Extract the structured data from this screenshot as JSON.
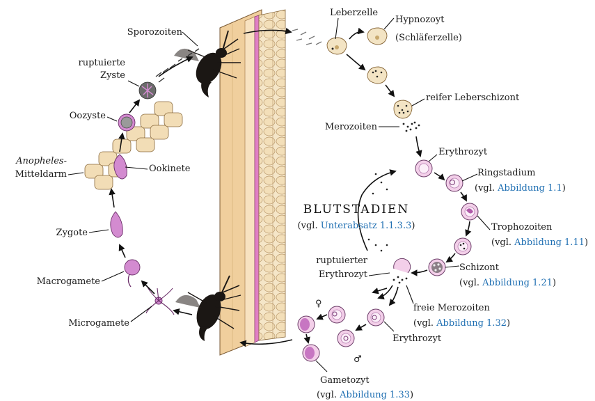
{
  "heading": "BLUTSTADIEN",
  "heading_ref": {
    "prefix": "(vgl. ",
    "link": "Unterabsatz 1.1.3.3",
    "suffix": ")"
  },
  "labels": {
    "sporozoiten": "Sporozoiten",
    "ruptuierte_line1": "ruptuierte",
    "ruptuierte_line2": "Zyste",
    "oozyste": "Oozyste",
    "anopheles_italic": "Anopheles",
    "anopheles_dash": "-",
    "mitteldarm": "Mitteldarm",
    "ookinete": "Ookinete",
    "zygote": "Zygote",
    "macrogamete": "Macrogamete",
    "microgamete": "Microgamete",
    "leberzelle": "Leberzelle",
    "hypnozoyt": "Hypnozoyt",
    "schlaeferzelle": "(Schläferzelle)",
    "reifer_leberschizont": "reifer Leberschizont",
    "merozoiten": "Merozoiten",
    "erythrozyt_top": "Erythrozyt",
    "ringstadium": "Ringstadium",
    "trophozoiten": "Trophozoiten",
    "schizont": "Schizont",
    "ruptuierter_line1": "ruptuierter",
    "ruptuierter_line2": "Erythrozyt",
    "freie_merozoiten": "freie Merozoiten",
    "erythrozyt_bottom": "Erythrozyt",
    "gametozyt": "Gametozyt",
    "female_symbol": "♀",
    "male_symbol": "♂"
  },
  "refs": {
    "vgl": "(vgl. ",
    "close": ")",
    "ringstadium": "Abbildung 1.1",
    "trophozoiten": "Abbildung 1.11",
    "schizont": "Abbildung 1.21",
    "freie_merozoiten": "Abbildung 1.32",
    "gametozyt": "Abbildung 1.33"
  },
  "colors": {
    "link": "#1f6fb2",
    "skin": "#f0cf9d",
    "cell_pink": "#f3cfe9",
    "parasite_purple": "#d38bd0"
  }
}
